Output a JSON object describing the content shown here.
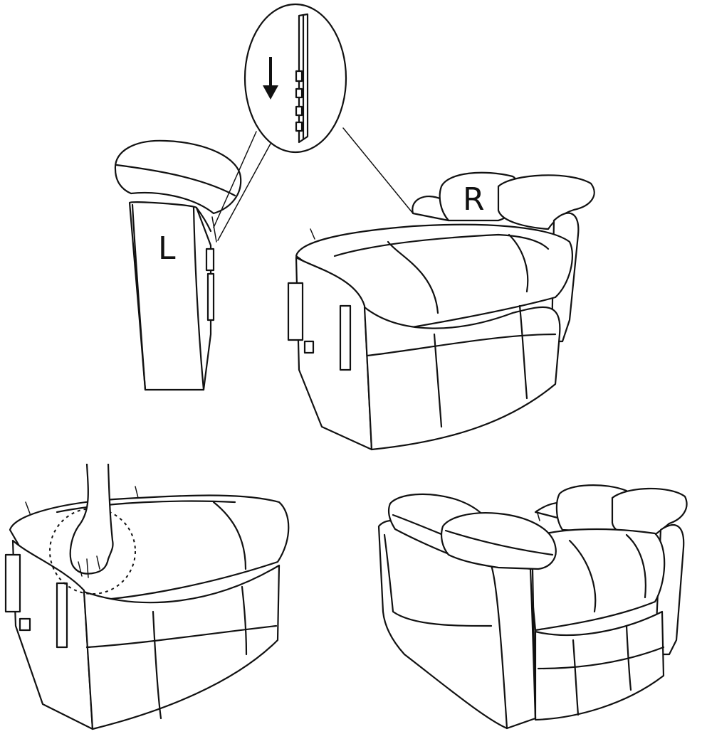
{
  "diagram": {
    "labels": {
      "left_arm": "L",
      "right_side": "R"
    },
    "steps": [
      "attach-left-arm",
      "press-seat",
      "assembled-recliner"
    ]
  }
}
